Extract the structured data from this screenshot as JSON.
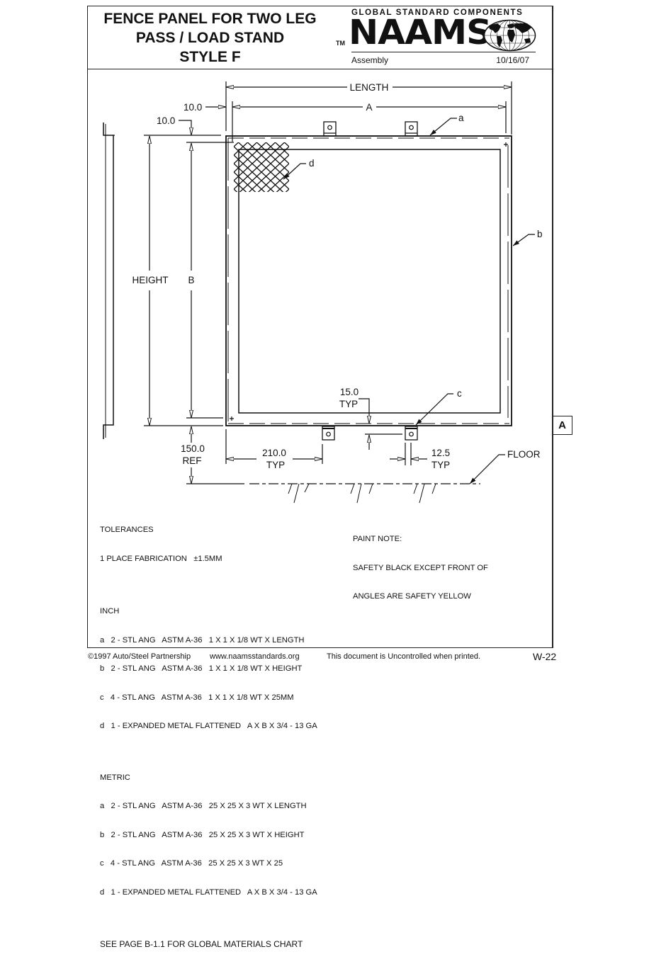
{
  "header": {
    "title_lines": [
      "FENCE PANEL FOR TWO LEG",
      "PASS / LOAD STAND",
      "STYLE F"
    ],
    "brand_tagline": "GLOBAL STANDARD COMPONENTS",
    "brand_tm": "TM",
    "brand_name": "NAAMS",
    "brand_icon": "globe-icon",
    "category": "Assembly",
    "date": "10/16/07"
  },
  "drawing": {
    "dimensions": {
      "length": "LENGTH",
      "a": "A",
      "height": "HEIGHT",
      "b": "B",
      "offset_x": "10.0",
      "offset_y": "10.0",
      "ref_height": "150.0",
      "ref_label": "REF",
      "spacing": "210.0",
      "spacing_label": "TYP",
      "tab_gap": "15.0",
      "tab_gap_label": "TYP",
      "tab_width": "12.5",
      "tab_width_label": "TYP"
    },
    "callouts": {
      "a": "a",
      "b": "b",
      "c": "c",
      "d": "d",
      "floor": "FLOOR"
    },
    "view_tab": "A"
  },
  "notes": {
    "tolerances_title": "TOLERANCES",
    "tolerances_line": "1 PLACE FABRICATION   ±1.5MM",
    "inch_title": "INCH",
    "inch_items": [
      "a   2 - STL ANG   ASTM A-36   1 X 1 X 1/8 WT X LENGTH",
      "b   2 - STL ANG   ASTM A-36   1 X 1 X 1/8 WT X HEIGHT",
      "c   4 - STL ANG   ASTM A-36   1 X 1 X 1/8 WT X 25MM",
      "d   1 - EXPANDED METAL FLATTENED   A X B X 3/4 - 13 GA"
    ],
    "metric_title": "METRIC",
    "metric_items": [
      "a   2 - STL ANG   ASTM A-36   25 X 25 X 3 WT X LENGTH",
      "b   2 - STL ANG   ASTM A-36   25 X 25 X 3 WT X HEIGHT",
      "c   4 - STL ANG   ASTM A-36   25 X 25 X 3 WT X 25",
      "d   1 - EXPANDED METAL FLATTENED   A X B X 3/4 - 13 GA"
    ],
    "materials_ref": "SEE PAGE B-1.1 FOR GLOBAL MATERIALS CHART",
    "paint_title": "PAINT NOTE:",
    "paint_lines": [
      "SAFETY BLACK EXCEPT FRONT OF",
      "ANGLES ARE SAFETY YELLOW"
    ]
  },
  "footer": {
    "copyright": "©1997 Auto/Steel Partnership",
    "website": "www.naamsstandards.org",
    "disclaimer": "This document is Uncontrolled when printed.",
    "sheet_number": "W-22"
  }
}
